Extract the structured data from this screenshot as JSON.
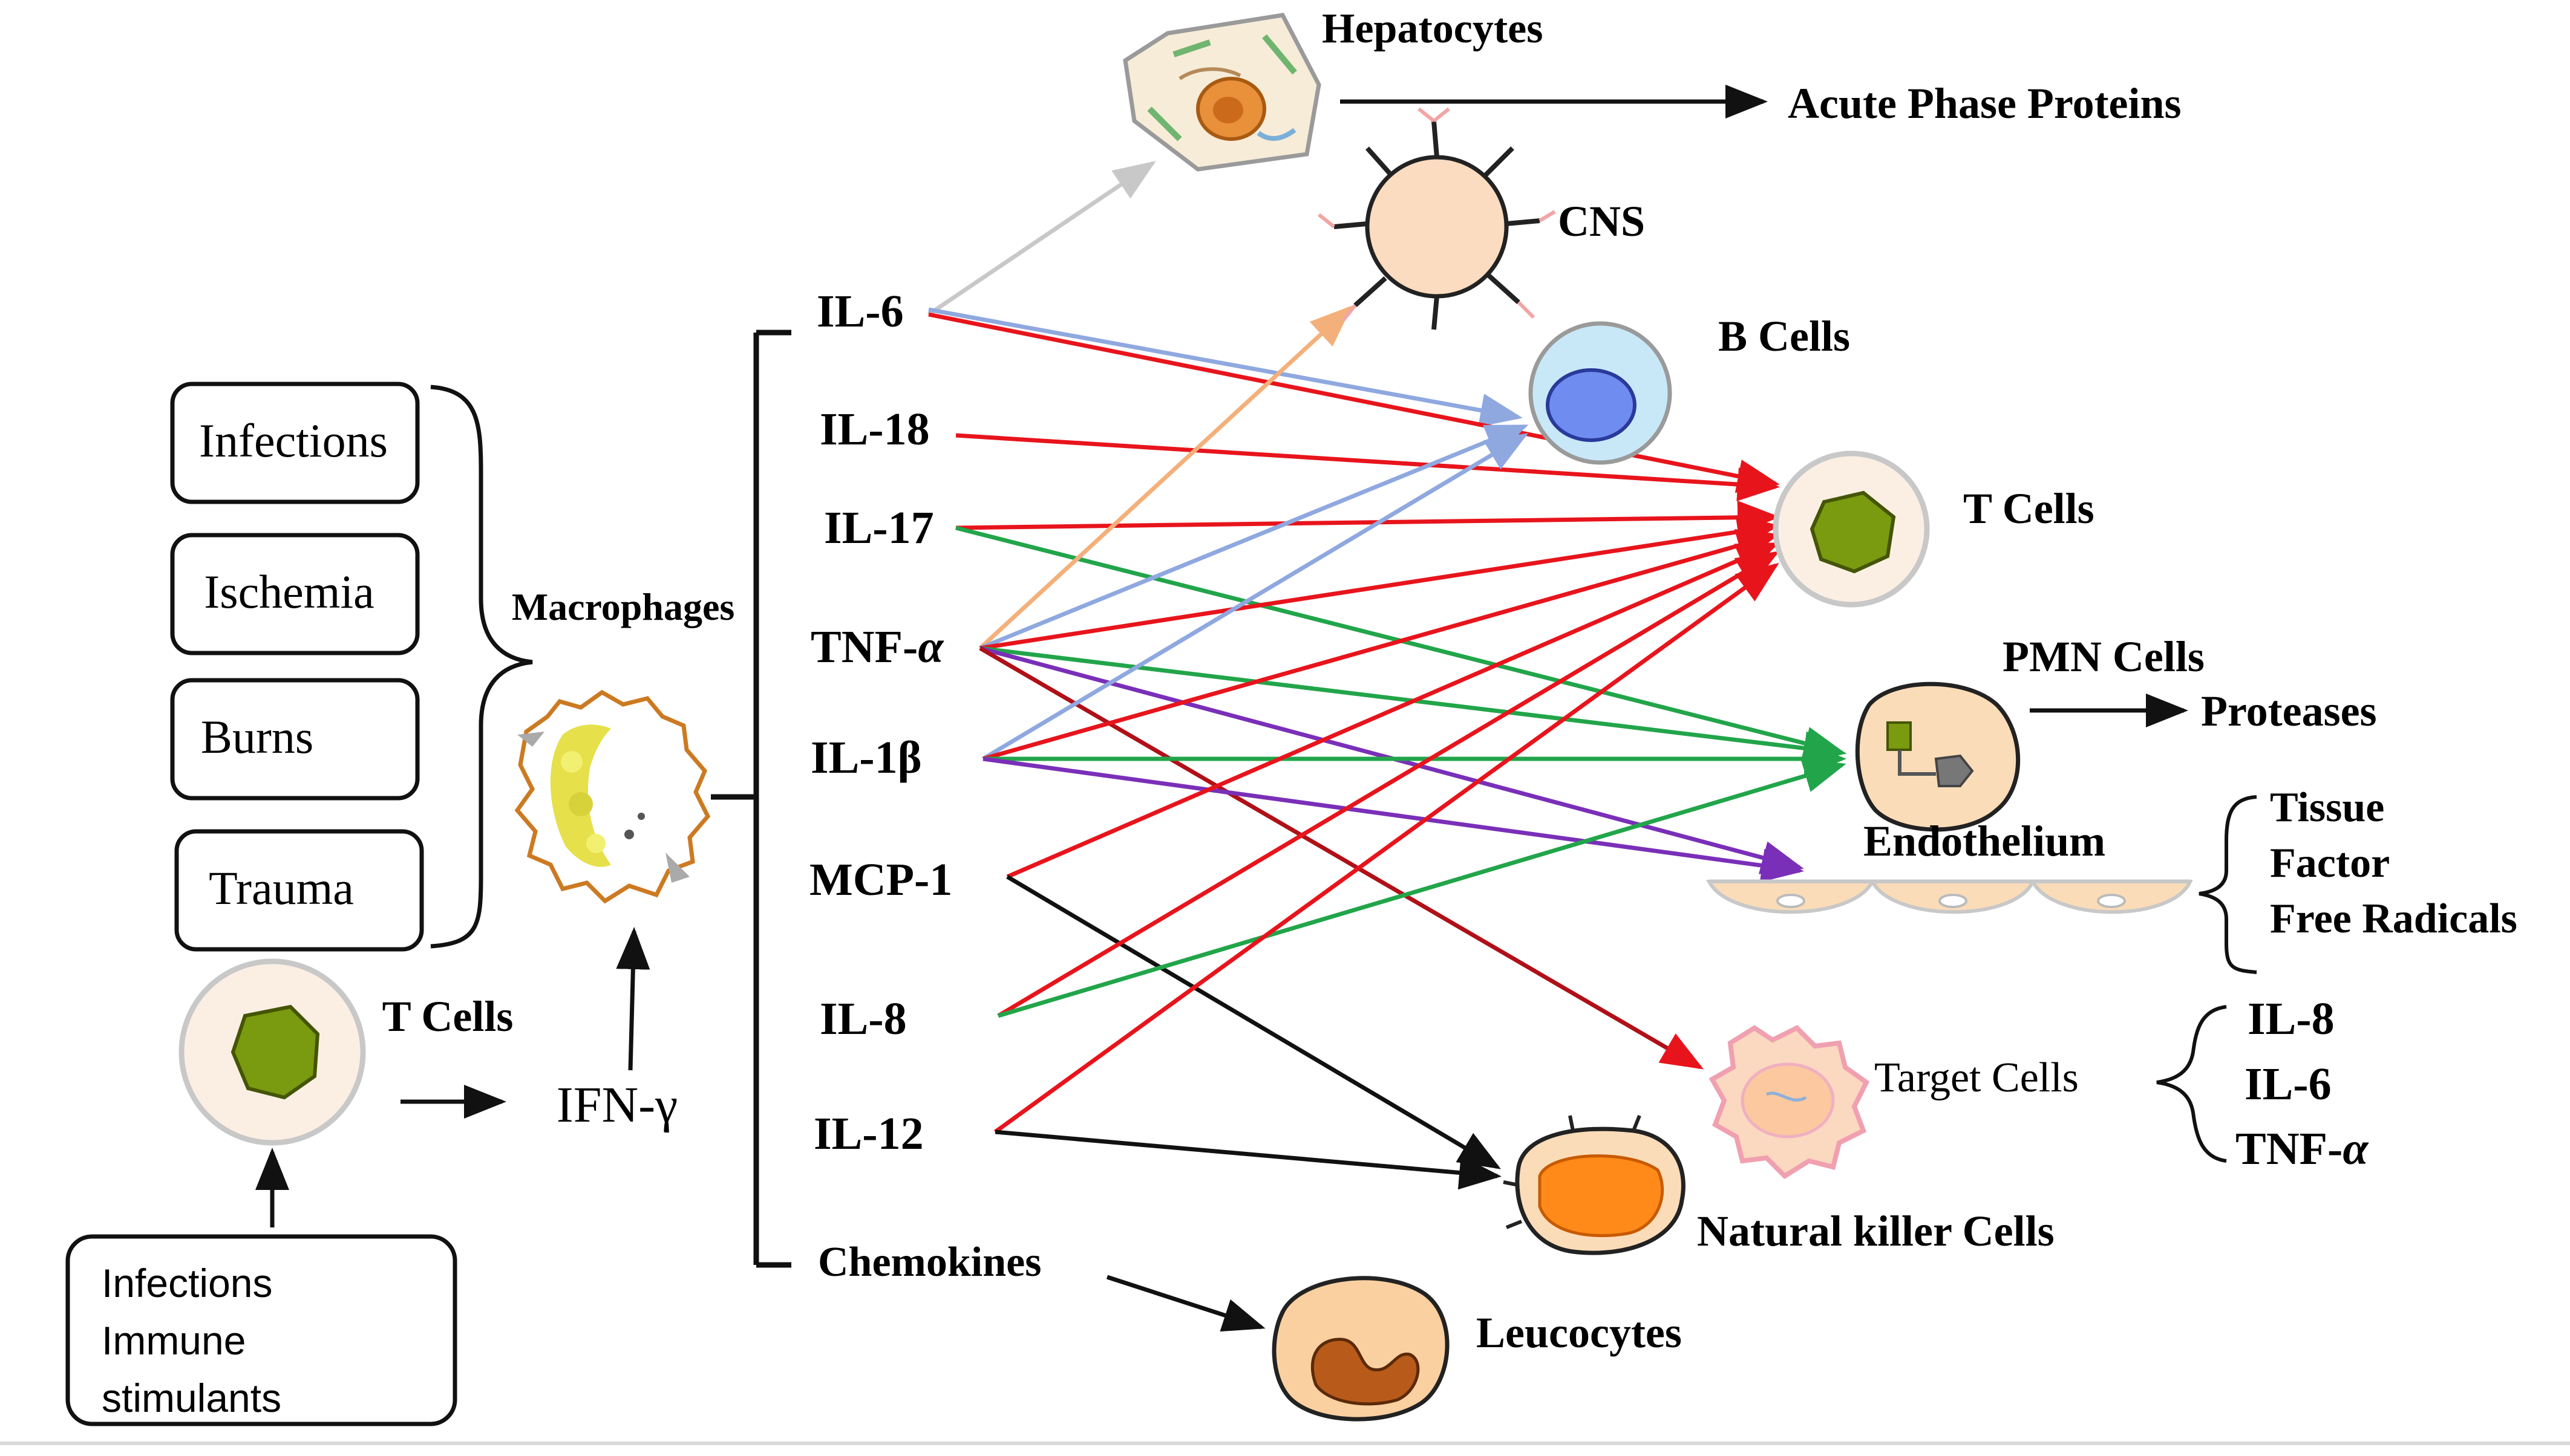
{
  "triggers": {
    "items": [
      "Infections",
      "Ischemia",
      "Burns",
      "Trauma"
    ]
  },
  "macrophages_label": "Macrophages",
  "tcell_label": "T Cells",
  "ifn_label": "IFN-γ",
  "stimuli": {
    "line1": "Infections",
    "line2": "Immune",
    "line3": "stimulants"
  },
  "cytokines": {
    "il6": "IL-6",
    "il18": "IL-18",
    "il17": "IL-17",
    "tnf_prefix": "TNF-",
    "tnf_alpha": "α",
    "il1b": "IL-1β",
    "mcp1": "MCP-1",
    "il8": "IL-8",
    "il12": "IL-12",
    "chemokines": "Chemokines"
  },
  "targets": {
    "hepatocytes": "Hepatocytes",
    "acute_phase": "Acute Phase Proteins",
    "cns": "CNS",
    "bcells": "B Cells",
    "tcells": "T Cells",
    "pmn": "PMN Cells",
    "proteases": "Proteases",
    "endothelium": "Endothelium",
    "tissue": "Tissue",
    "factor": "Factor",
    "free_radicals": "Free Radicals",
    "target_cells": "Target Cells",
    "tc_il8": "IL-8",
    "tc_il6": "IL-6",
    "tc_tnf_prefix": "TNF-",
    "tc_tnf_alpha": "α",
    "nk": "Natural killer Cells",
    "leucocytes": "Leucocytes"
  },
  "colors": {
    "red": "#e8141c",
    "blue": "#8fa8e0",
    "green": "#22a54a",
    "purple": "#7a2fb8",
    "orange": "#f4b07a",
    "gray": "#c8c8c8",
    "black": "#111111"
  }
}
